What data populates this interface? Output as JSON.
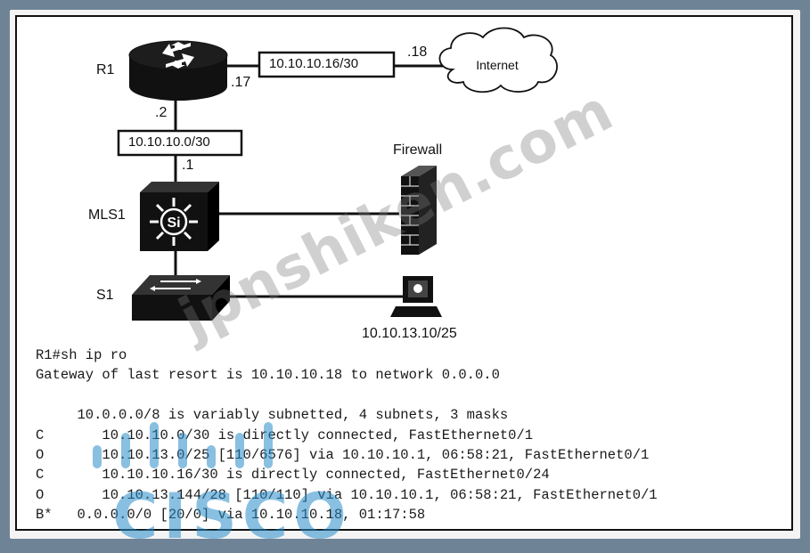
{
  "diagram": {
    "nodes": {
      "router": {
        "name": "R1"
      },
      "multilayer_switch": {
        "name": "MLS1",
        "emblem": "Si"
      },
      "switch": {
        "name": "S1"
      },
      "firewall": {
        "name": "Firewall"
      },
      "internet": {
        "name": "Internet"
      },
      "host": {
        "address": "10.10.13.10/25"
      }
    },
    "links": {
      "r1_internet": {
        "subnet": "10.10.10.16/30",
        "r1_end": ".17",
        "internet_end": ".18"
      },
      "r1_mls1": {
        "subnet": "10.10.10.0/30",
        "r1_end": ".2",
        "mls1_end": ".1"
      }
    }
  },
  "cli": {
    "lines": [
      "R1#sh ip ro",
      "Gateway of last resort is 10.10.10.18 to network 0.0.0.0",
      "",
      "     10.0.0.0/8 is variably subnetted, 4 subnets, 3 masks",
      "C       10.10.10.0/30 is directly connected, FastEthernet0/1",
      "O       10.10.13.0/25 [110/6576] via 10.10.10.1, 06:58:21, FastEthernet0/1",
      "C       10.10.10.16/30 is directly connected, FastEthernet0/24",
      "O       10.10.13.144/28 [110/110] via 10.10.10.1, 06:58:21, FastEthernet0/1",
      "B*   0.0.0.0/0 [20/0] via 10.10.10.18, 01:17:58"
    ]
  },
  "watermark": {
    "text": "jpnshiken.com",
    "logo_text": "CISCO"
  },
  "colors": {
    "background": "#6f8396",
    "line": "#111111",
    "logo": "#2a8cc8"
  }
}
